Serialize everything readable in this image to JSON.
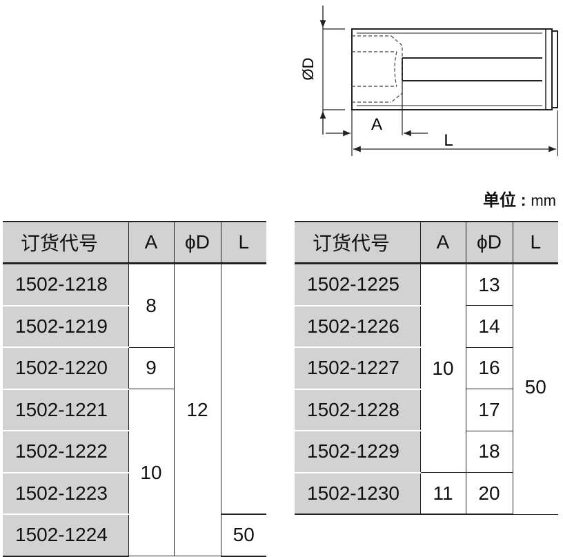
{
  "drawing": {
    "dim_diameter": "ØD",
    "dim_a": "A",
    "dim_l": "L"
  },
  "unit": {
    "label": "单位",
    "sep": ":",
    "value": "mm"
  },
  "table_headers": {
    "code": "订货代号",
    "a": "A",
    "d": "ϕD",
    "l": "L"
  },
  "table_left": {
    "codes": [
      "1502-1218",
      "1502-1219",
      "1502-1220",
      "1502-1221",
      "1502-1222",
      "1502-1223",
      "1502-1224"
    ],
    "a_8": "8",
    "a_9": "9",
    "a_10": "10",
    "d_12": "12",
    "l_50": "50"
  },
  "table_right": {
    "codes": [
      "1502-1225",
      "1502-1226",
      "1502-1227",
      "1502-1228",
      "1502-1229",
      "1502-1230"
    ],
    "a_10": "10",
    "a_11": "11",
    "d_values": [
      "13",
      "14",
      "16",
      "17",
      "18",
      "20"
    ],
    "l_50": "50"
  }
}
